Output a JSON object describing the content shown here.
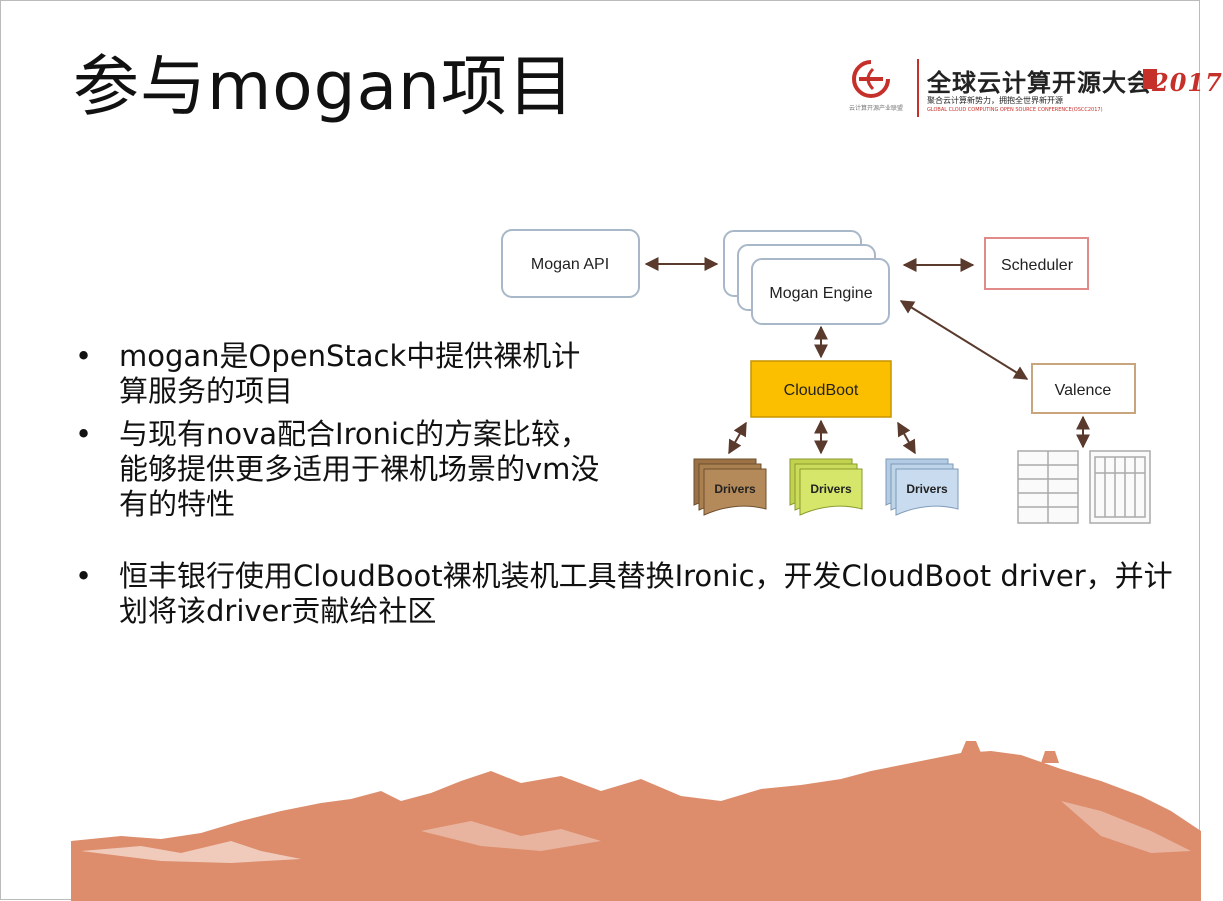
{
  "slide": {
    "title": "参与mogan项目",
    "logo": {
      "org_label": "云计算开源产业联盟",
      "conference_name": "全球云计算开源大会",
      "conference_year": "2017",
      "slogan": "聚合云计算新势力，拥抱全世界新开源",
      "slogan_en": "GLOBAL CLOUD COMPUTING OPEN SOURCE CONFERENCE(OSCC2017)",
      "accent_color": "#c6302b"
    },
    "bullets": [
      {
        "marker": "•",
        "text": "mogan是OpenStack中提供裸机计算服务的项目"
      },
      {
        "marker": "•",
        "text": "与现有nova配合Ironic的方案比较，能够提供更多适用于裸机场景的vm没有的特性"
      },
      {
        "marker": "•",
        "text": "恒丰银行使用CloudBoot裸机装机工具替换Ironic，开发CloudBoot driver，并计划将该driver贡献给社区"
      }
    ],
    "diagram": {
      "mogan_api": "Mogan API",
      "mogan_engine": "Mogan Engine",
      "scheduler": "Scheduler",
      "cloudboot": "CloudBoot",
      "valence": "Valence",
      "drivers": [
        "Drivers",
        "Drivers",
        "Drivers"
      ],
      "colors": {
        "node_border": "#a9b8c8",
        "scheduler_border": "#e08a8a",
        "cloudboot_fill": "#fbbf00",
        "valence_border": "#c9a57e",
        "arrow": "#5a3a2c",
        "driver_brown": "#b58a5a",
        "driver_green": "#d6e66a",
        "driver_blue": "#c9dcef"
      }
    },
    "decor": {
      "mountain_color": "#dd8d6c"
    }
  }
}
